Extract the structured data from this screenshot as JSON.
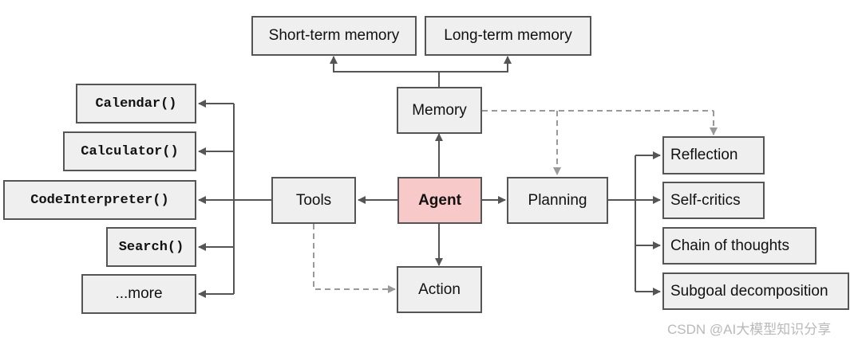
{
  "nodes": {
    "short_term_memory": "Short-term memory",
    "long_term_memory": "Long-term memory",
    "memory": "Memory",
    "agent": "Agent",
    "tools": "Tools",
    "planning": "Planning",
    "action": "Action",
    "calendar": "Calendar()",
    "calculator": "Calculator()",
    "code_interpreter": "CodeInterpreter()",
    "search": "Search()",
    "more": "...more",
    "reflection": "Reflection",
    "self_critics": "Self-critics",
    "chain_of_thoughts": "Chain of thoughts",
    "subgoal_decomposition": "Subgoal decomposition"
  },
  "watermark": "CSDN @AI大模型知识分享",
  "colors": {
    "agent_fill": "#f8c9c9",
    "box_fill": "#efefef",
    "line": "#555555",
    "dashed": "#999999"
  }
}
